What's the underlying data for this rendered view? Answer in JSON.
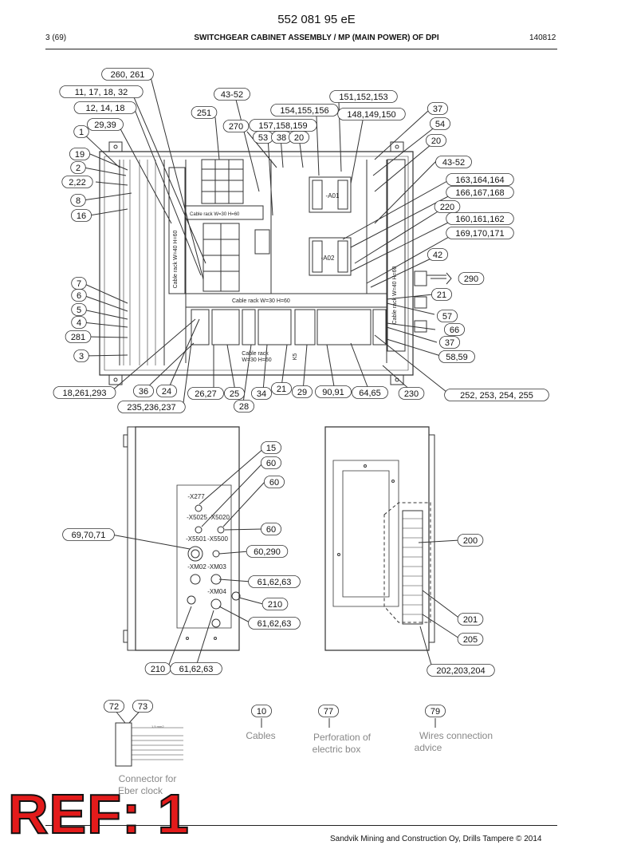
{
  "header": {
    "doc_number": "552 081 95 eE",
    "page": "3 (69)",
    "title": "SWITCHGEAR CABINET ASSEMBLY / MP (MAIN POWER) OF DPI",
    "date": "140812"
  },
  "callouts": {
    "c260": "260, 261",
    "c11": "11, 17, 18, 32",
    "c12": "12, 14, 18",
    "c29": "29,39",
    "c1": "1",
    "c19": "19",
    "c2": "2",
    "c2_22": "2,22",
    "c8": "8",
    "c16": "16",
    "c7": "7",
    "c6": "6",
    "c5": "5",
    "c4": "4",
    "c281": "281",
    "c3": "3",
    "c18_261": "18,261,293",
    "c36": "36",
    "c24": "24",
    "c235": "235,236,237",
    "c26_27": "26,27",
    "c25": "25",
    "c28": "28",
    "c34": "34",
    "c21b": "21",
    "c29b": "29",
    "c90": "90,91",
    "c64": "64,65",
    "c230": "230",
    "c252": "252, 253, 254, 255",
    "c251": "251",
    "c43a": "43-52",
    "c270": "270",
    "c154": "154,155,156",
    "c157": "157,158,159",
    "c53": "53",
    "c38": "38",
    "c20a": "20",
    "c151": "151,152,153",
    "c148": "148,149,150",
    "c37a": "37",
    "c54": "54",
    "c20b": "20",
    "c43b": "43-52",
    "c163": "163,164,164",
    "c166": "166,167,168",
    "c220": "220",
    "c160": "160,161,162",
    "c169": "169,170,171",
    "c42": "42",
    "c290": "290",
    "c21a": "21",
    "c57": "57",
    "c66": "66",
    "c37b": "37",
    "c58": "58,59",
    "c15": "15",
    "c60a": "60",
    "c60b": "60",
    "c60c": "60",
    "c69": "69,70,71",
    "c60_290": "60,290",
    "c61a": "61,62,63",
    "c210a": "210",
    "c61b": "61,62,63",
    "c210b": "210",
    "c61c": "61,62,63",
    "c200": "200",
    "c201": "201",
    "c205": "205",
    "c202": "202,203,204",
    "c72": "72",
    "c73": "73",
    "c10": "10",
    "c77": "77",
    "c79": "79"
  },
  "labels": {
    "A01": "-A01",
    "A02": "-A02",
    "K5": "K5",
    "cable_rack_top": "Cable rack W=30 H=60",
    "cable_rack_mid": "Cable rack W=30 H=60",
    "cable_rack_low_1": "Cable rack",
    "cable_rack_low_2": "W=30 H=60",
    "cable_rack_left": "Cable rack W=40 H=60",
    "cable_rack_right": "Cable rack W=40 H=60",
    "X277": "-X277",
    "X5025": "-X5025",
    "X5020": "-X5020",
    "X5501": "-X5501",
    "X5500": "-X5500",
    "XM02": "-XM02",
    "XM03": "-XM03",
    "XM04": "-XM04",
    "wire": "1,5 mm2"
  },
  "legend": {
    "cables": "Cables",
    "perf_1": "Perforation of",
    "perf_2": "electric box",
    "wires_1": "Wires connection",
    "wires_2": "advice",
    "conn_1": "Connector for",
    "conn_2": "Eber clock"
  },
  "footer": {
    "company": "Sandvik Mining and Construction Oy, Drills Tampere © 2014"
  },
  "stamp": "REF: 1"
}
